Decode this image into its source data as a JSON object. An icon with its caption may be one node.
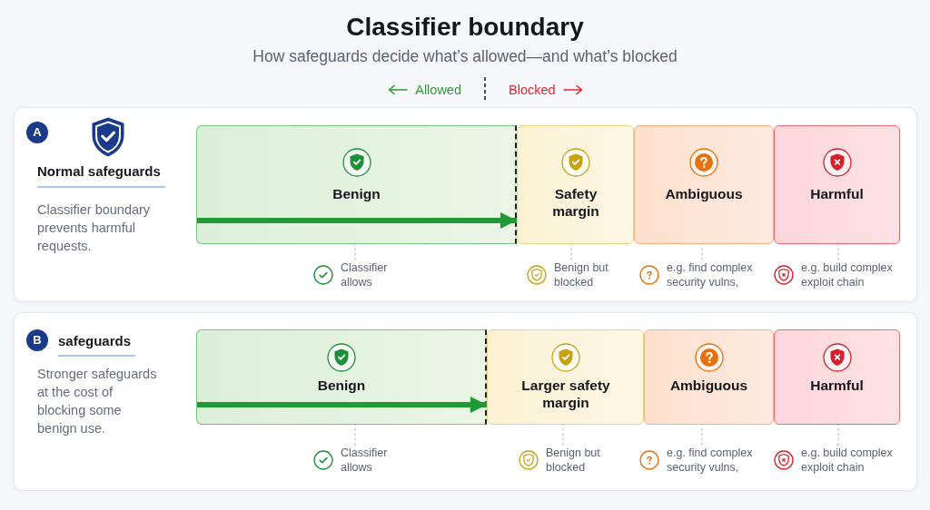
{
  "diagram": {
    "title": "Classifier boundary",
    "nodes": [
      {
        "text": [
          "Normal safeguards",
          "Classifier boundary prevents harmful requests."
        ]
      },
      {
        "text": [
          "A"
        ],
        "in": 0
      },
      {
        "text": [
          "Benign"
        ],
        "in": 0
      },
      {
        "text": [
          "Safety margin"
        ],
        "in": 0
      },
      {
        "text": [
          "Ambiguous"
        ],
        "in": 0
      },
      {
        "text": [
          "Harmful"
        ],
        "in": 0
      },
      {
        "text": [
          "Classifier allows"
        ],
        "in": 0
      },
      {
        "text": [
          "Benign but blocked"
        ],
        "in": 0
      },
      {
        "text": [
          "e.g. find complex security vulns,"
        ],
        "in": 0
      },
      {
        "text": [
          "e.g. build complex exploit chain"
        ],
        "in": 0
      },
      {
        "text": [
          "safeguards",
          "Stronger safeguards at the cost of blocking some benign use."
        ]
      },
      {
        "text": [
          "B"
        ],
        "in": 10
      },
      {
        "text": [
          "Benign"
        ],
        "in": 10
      },
      {
        "text": [
          "Larger safety margin"
        ],
        "in": 10
      },
      {
        "text": [
          "Ambiguous"
        ],
        "in": 10
      },
      {
        "text": [
          "Harmful"
        ],
        "in": 10
      },
      {
        "text": [
          "Classifier allows"
        ],
        "in": 10
      },
      {
        "text": [
          "Benign but blocked"
        ],
        "in": 10
      },
      {
        "text": [
          "e.g. find complex security vulns,"
        ],
        "in": 10
      },
      {
        "text": [
          "e.g. build complex exploit chain"
        ],
        "in": 10
      }
    ],
    "edges": [
      {
        "from": 2,
        "to": 3,
        "arrow": "to",
        "style": "thick",
        "color": "#1f9a34"
      },
      {
        "from": 6,
        "to": 2,
        "arrow": "none",
        "style": "dashed"
      },
      {
        "from": 7,
        "to": 3,
        "arrow": "none",
        "style": "dashed"
      },
      {
        "from": 8,
        "to": 4,
        "arrow": "none",
        "style": "dashed"
      },
      {
        "from": 9,
        "to": 5,
        "arrow": "none",
        "style": "dashed"
      },
      {
        "from": 12,
        "to": 13,
        "arrow": "to",
        "style": "thick",
        "color": "#1f9a34"
      },
      {
        "from": 16,
        "to": 12,
        "arrow": "none",
        "style": "dashed"
      },
      {
        "from": 17,
        "to": 13,
        "arrow": "none",
        "style": "dashed"
      },
      {
        "from": 18,
        "to": 14,
        "arrow": "none",
        "style": "dashed"
      },
      {
        "from": 19,
        "to": 15,
        "arrow": "none",
        "style": "dashed"
      }
    ],
    "labels": [
      "How safeguards decide what’s allowed—and what’s blocked",
      "Allowed",
      "Blocked"
    ]
  }
}
